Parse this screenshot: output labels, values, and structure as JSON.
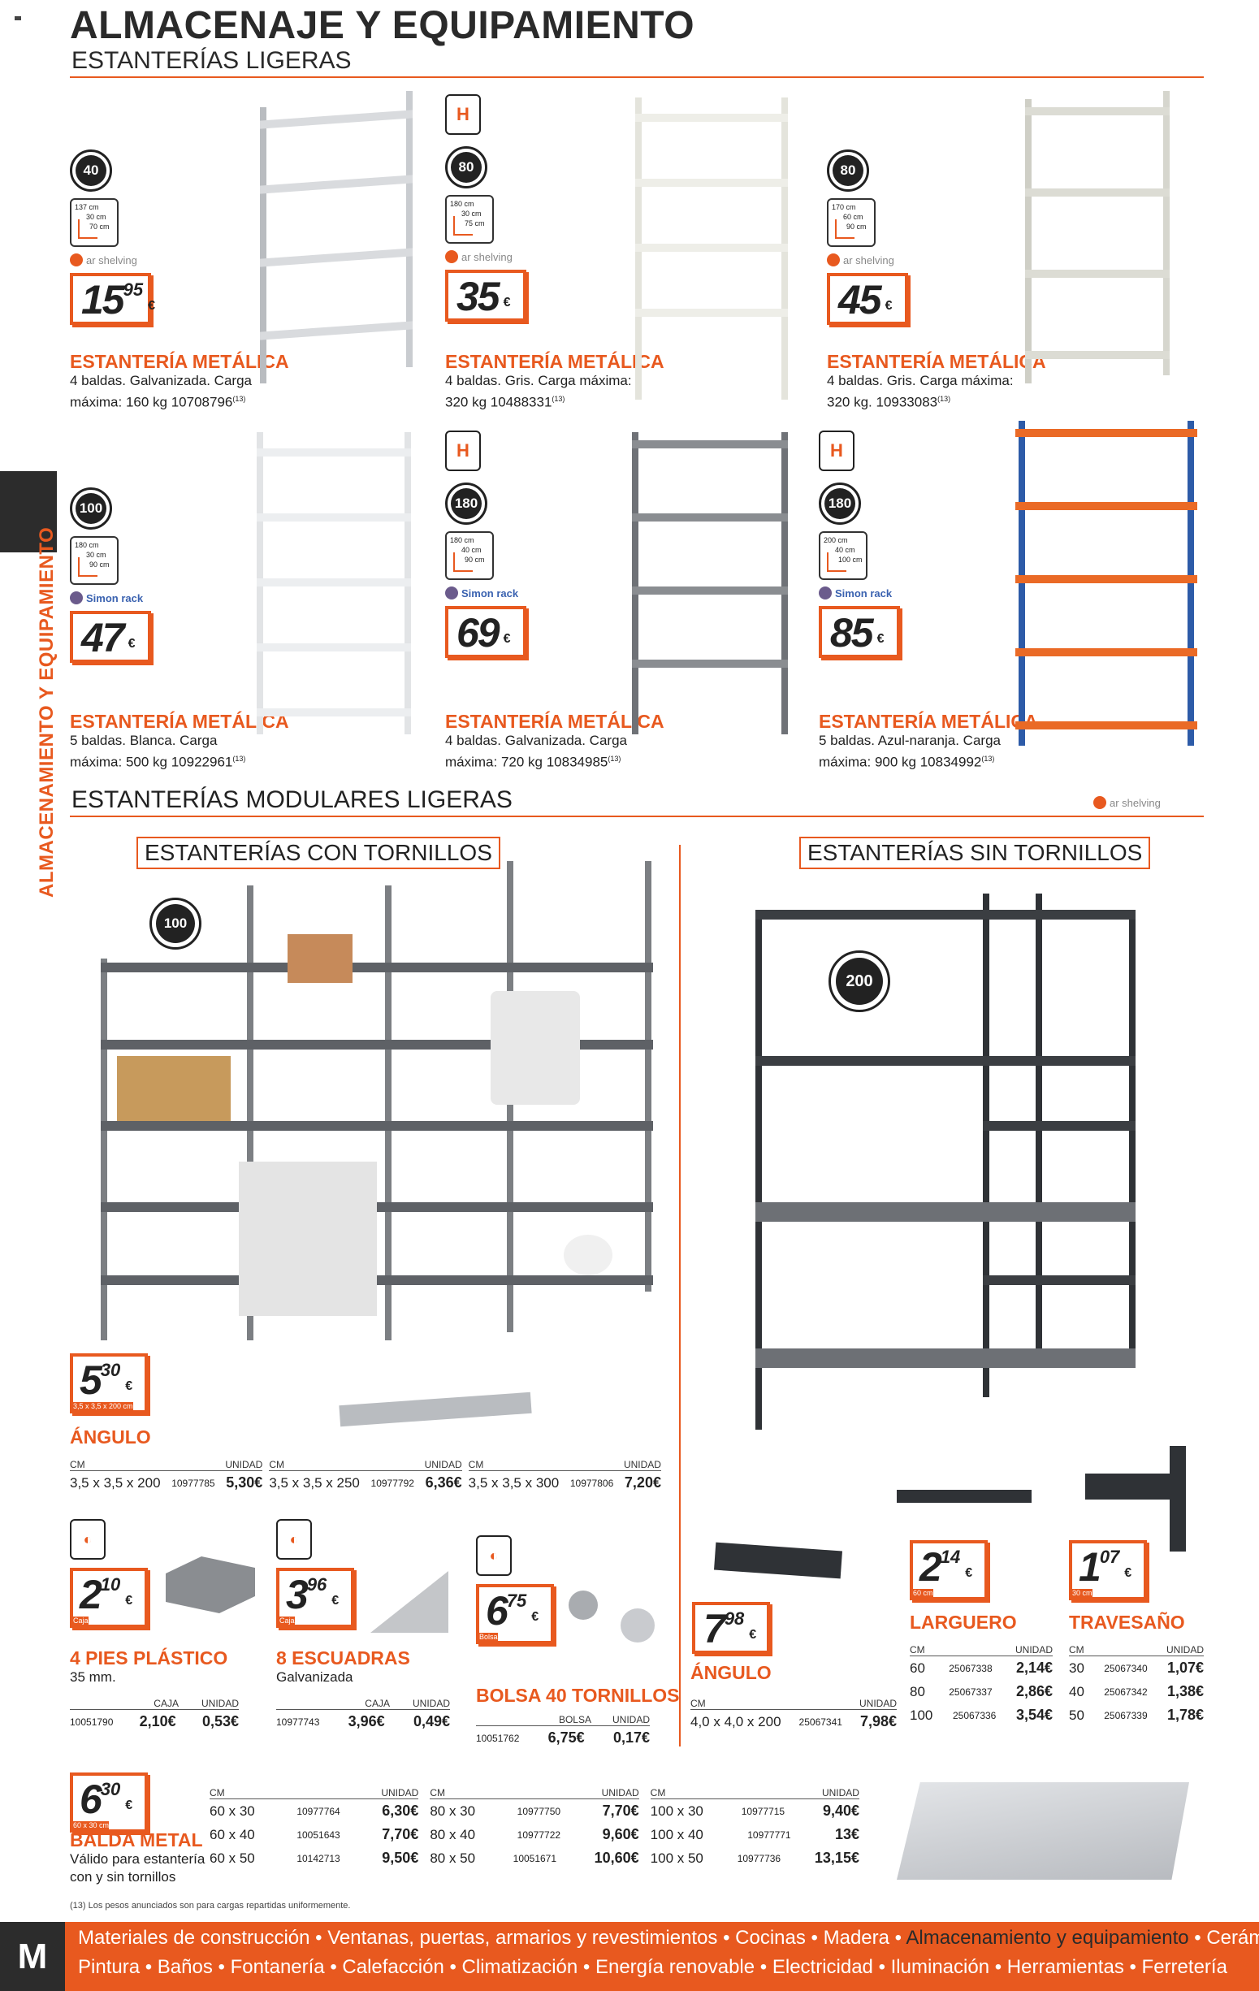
{
  "header": {
    "title": "ALMACENAJE Y EQUIPAMIENTO",
    "subtitle": "ESTANTERÍAS LIGERAS"
  },
  "sidebar_vertical": "ALMACENAMIENTO Y EQUIPAMIENTO",
  "brand_ar": "ar shelving",
  "brand_simon": "Simon rack",
  "no_screws_label": "SIN TORNILLOS",
  "products": [
    {
      "weight": "40",
      "dims": [
        "137 cm",
        "30 cm",
        "70 cm"
      ],
      "brand": "ar shelving",
      "price_int": "15",
      "price_dec": "95",
      "eur": "€",
      "title": "ESTANTERÍA METÁLICA",
      "desc1": "4 baldas. Galvanizada. Carga",
      "desc2": "máxima: 160 kg 10708796",
      "ref": "(13)"
    },
    {
      "weight": "80",
      "dims": [
        "180 cm",
        "30 cm",
        "75 cm"
      ],
      "brand": "ar shelving",
      "price_int": "35",
      "price_dec": "",
      "eur": "€",
      "title": "ESTANTERÍA METÁLICA",
      "desc1": "4 baldas. Gris. Carga máxima:",
      "desc2": "320 kg 10488331",
      "ref": "(13)"
    },
    {
      "weight": "80",
      "dims": [
        "170 cm",
        "60 cm",
        "90 cm"
      ],
      "brand": "ar shelving",
      "price_int": "45",
      "price_dec": "",
      "eur": "€",
      "title": "ESTANTERÍA METÁLICA",
      "desc1": "4 baldas. Gris. Carga máxima:",
      "desc2": "320 kg. 10933083",
      "ref": "(13)"
    },
    {
      "weight": "100",
      "dims": [
        "180 cm",
        "30 cm",
        "90 cm"
      ],
      "brand": "Simon rack",
      "price_int": "47",
      "price_dec": "",
      "eur": "€",
      "title": "ESTANTERÍA METÁLICA",
      "desc1": "5 baldas. Blanca. Carga",
      "desc2": "máxima: 500 kg 10922961",
      "ref": "(13)"
    },
    {
      "weight": "180",
      "dims": [
        "180 cm",
        "40 cm",
        "90 cm"
      ],
      "brand": "Simon rack",
      "price_int": "69",
      "price_dec": "",
      "eur": "€",
      "title": "ESTANTERÍA METÁLICA",
      "desc1": "4 baldas. Galvanizada. Carga",
      "desc2": "máxima: 720 kg 10834985",
      "ref": "(13)"
    },
    {
      "weight": "180",
      "dims": [
        "200 cm",
        "40 cm",
        "100 cm"
      ],
      "brand": "Simon rack",
      "price_int": "85",
      "price_dec": "",
      "eur": "€",
      "title": "ESTANTERÍA METÁLICA",
      "desc1": "5 baldas. Azul-naranja. Carga",
      "desc2": "máxima: 900 kg 10834992",
      "ref": "(13)"
    }
  ],
  "modular": {
    "heading": "ESTANTERÍAS MODULARES LIGERAS",
    "with_screws": "ESTANTERÍAS CON TORNILLOS",
    "without_screws": "ESTANTERÍAS SIN TORNILLOS",
    "weight_left": "100",
    "weight_right": "200"
  },
  "angulo": {
    "price_int": "5",
    "price_dec": "30",
    "eur": "€",
    "sub": "3,5 x 3,5 x 200 cm",
    "title": "ÁNGULO",
    "head_cm": "CM",
    "head_unit": "UNIDAD",
    "rows": [
      {
        "cm": "3,5 x 3,5 x 200",
        "code": "10977785",
        "price": "5,30€"
      },
      {
        "cm": "3,5 x 3,5 x 250",
        "code": "10977792",
        "price": "6,36€"
      },
      {
        "cm": "3,5 x 3,5 x 300",
        "code": "10977806",
        "price": "7,20€"
      }
    ]
  },
  "pies": {
    "price_int": "2",
    "price_dec": "10",
    "eur": "€",
    "sub": "Caja",
    "title": "4 PIES PLÁSTICO",
    "desc": "35 mm.",
    "head_box": "CAJA",
    "head_unit": "UNIDAD",
    "code": "10051790",
    "box": "2,10€",
    "unit": "0,53€"
  },
  "escuadras": {
    "price_int": "3",
    "price_dec": "96",
    "eur": "€",
    "sub": "Caja",
    "title": "8 ESCUADRAS",
    "desc": "Galvanizada",
    "head_box": "CAJA",
    "head_unit": "UNIDAD",
    "code": "10977743",
    "box": "3,96€",
    "unit": "0,49€"
  },
  "tornillos": {
    "price_int": "6",
    "price_dec": "75",
    "eur": "€",
    "sub": "Bolsa",
    "title": "BOLSA 40 TORNILLOS",
    "head_box": "BOLSA",
    "head_unit": "UNIDAD",
    "code": "10051762",
    "box": "6,75€",
    "unit": "0,17€"
  },
  "angulo2": {
    "price_int": "7",
    "price_dec": "98",
    "eur": "€",
    "title": "ÁNGULO",
    "head_cm": "CM",
    "head_unit": "UNIDAD",
    "cm": "4,0 x 4,0 x 200",
    "code": "25067341",
    "price": "7,98€"
  },
  "larguero": {
    "price_int": "2",
    "price_dec": "14",
    "eur": "€",
    "sub": "60 cm",
    "title": "LARGUERO",
    "head_cm": "CM",
    "head_unit": "UNIDAD",
    "rows": [
      {
        "cm": "60",
        "code": "25067338",
        "price": "2,14€"
      },
      {
        "cm": "80",
        "code": "25067337",
        "price": "2,86€"
      },
      {
        "cm": "100",
        "code": "25067336",
        "price": "3,54€"
      }
    ]
  },
  "travesano": {
    "price_int": "1",
    "price_dec": "07",
    "eur": "€",
    "sub": "30 cm",
    "title": "TRAVESAÑO",
    "head_cm": "CM",
    "head_unit": "UNIDAD",
    "rows": [
      {
        "cm": "30",
        "code": "25067340",
        "price": "1,07€"
      },
      {
        "cm": "40",
        "code": "25067342",
        "price": "1,38€"
      },
      {
        "cm": "50",
        "code": "25067339",
        "price": "1,78€"
      }
    ]
  },
  "balda": {
    "price_int": "6",
    "price_dec": "30",
    "eur": "€",
    "sub": "60 x 30 cm",
    "title": "BALDA METAL",
    "desc1": "Válido para estantería",
    "desc2": "con y sin tornillos",
    "head_cm": "CM",
    "head_unit": "UNIDAD",
    "cols": [
      [
        {
          "cm": "60 x 30",
          "code": "10977764",
          "price": "6,30€"
        },
        {
          "cm": "60 x 40",
          "code": "10051643",
          "price": "7,70€"
        },
        {
          "cm": "60 x 50",
          "code": "10142713",
          "price": "9,50€"
        }
      ],
      [
        {
          "cm": "80 x 30",
          "code": "10977750",
          "price": "7,70€"
        },
        {
          "cm": "80 x 40",
          "code": "10977722",
          "price": "9,60€"
        },
        {
          "cm": "80 x 50",
          "code": "10051671",
          "price": "10,60€"
        }
      ],
      [
        {
          "cm": "100 x 30",
          "code": "10977715",
          "price": "9,40€"
        },
        {
          "cm": "100 x 40",
          "code": "10977771",
          "price": "13€"
        },
        {
          "cm": "100 x 50",
          "code": "10977736",
          "price": "13,15€"
        }
      ]
    ]
  },
  "footnote": "(13) Los pesos anunciados son para cargas repartidas uniformemente.",
  "footer": {
    "logo": "M",
    "line1a": "Materiales de construcción  •  Ventanas, puertas, armarios y revestimientos  •  Cocinas  •  Madera  •  ",
    "line1b": "Almacenamiento y equipamiento",
    "line1c": "  •  Cerámica",
    "line2": "Pintura  •  Baños  •  Fontanería  •  Calefacción  •  Climatización  •  Energía renovable  •  Electricidad  •  Iluminación  •  Herramientas  •  Ferretería"
  },
  "colors": {
    "accent": "#e8591f",
    "dark": "#2c2c2c"
  }
}
